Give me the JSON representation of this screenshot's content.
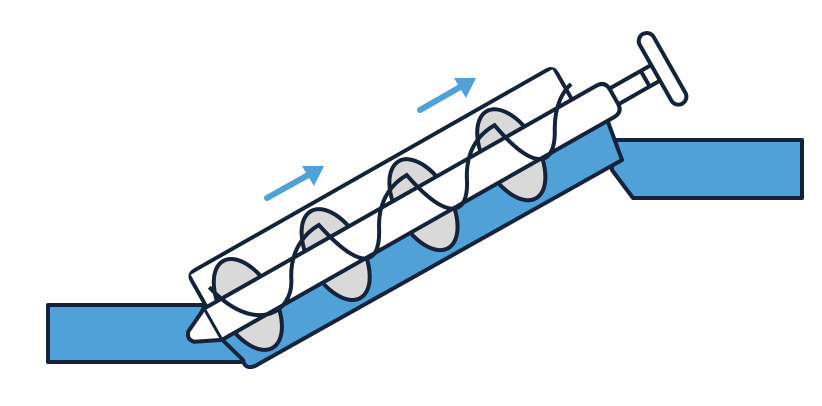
{
  "diagram": {
    "subject": "archimedes-screw",
    "colors": {
      "water": "#4fa1d7",
      "outline": "#14233a",
      "blade": "#d9d9d9",
      "arrow": "#4fa1d7",
      "background": "#ffffff"
    },
    "flow_arrows": 2,
    "blades": 4
  }
}
